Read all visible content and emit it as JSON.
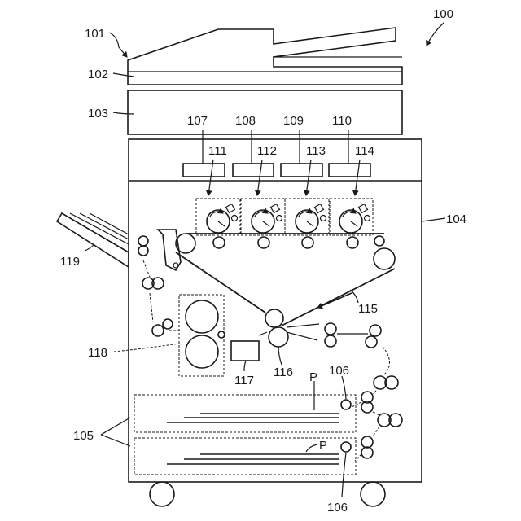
{
  "labels": {
    "l100": "100",
    "l101": "101",
    "l102": "102",
    "l103": "103",
    "l104": "104",
    "l105": "105",
    "l106a": "106",
    "l106b": "106",
    "l107": "107",
    "l108": "108",
    "l109": "109",
    "l110": "110",
    "l111": "111",
    "l112": "112",
    "l113": "113",
    "l114": "114",
    "l115": "115",
    "l116": "116",
    "l117": "117",
    "l118": "118",
    "l119": "119",
    "lp1": "P",
    "lp2": "P"
  }
}
